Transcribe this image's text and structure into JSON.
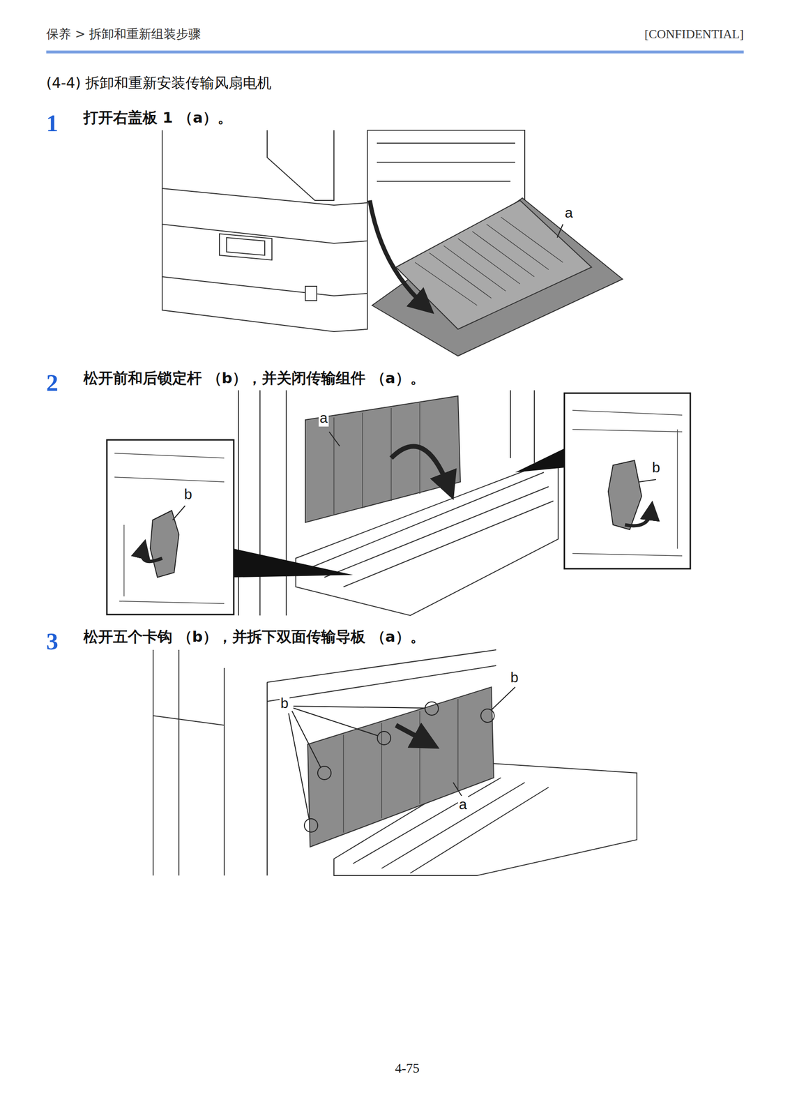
{
  "diagram": {
    "title": "(4-4) 拆卸和重新安装传输风扇电机",
    "labels": [
      "保养 > 拆卸和重新组装步骤",
      "[CONFIDENTIAL]",
      "1",
      "打开右盖板 1 （a）。",
      "a",
      "2",
      "松开前和后锁定杆 （b），并关闭传输组件 （a）。",
      "a",
      "b",
      "b",
      "3",
      "松开五个卡钩 （b），并拆下双面传输导板 （a）。",
      "b",
      "b",
      "a",
      "4-75"
    ]
  }
}
